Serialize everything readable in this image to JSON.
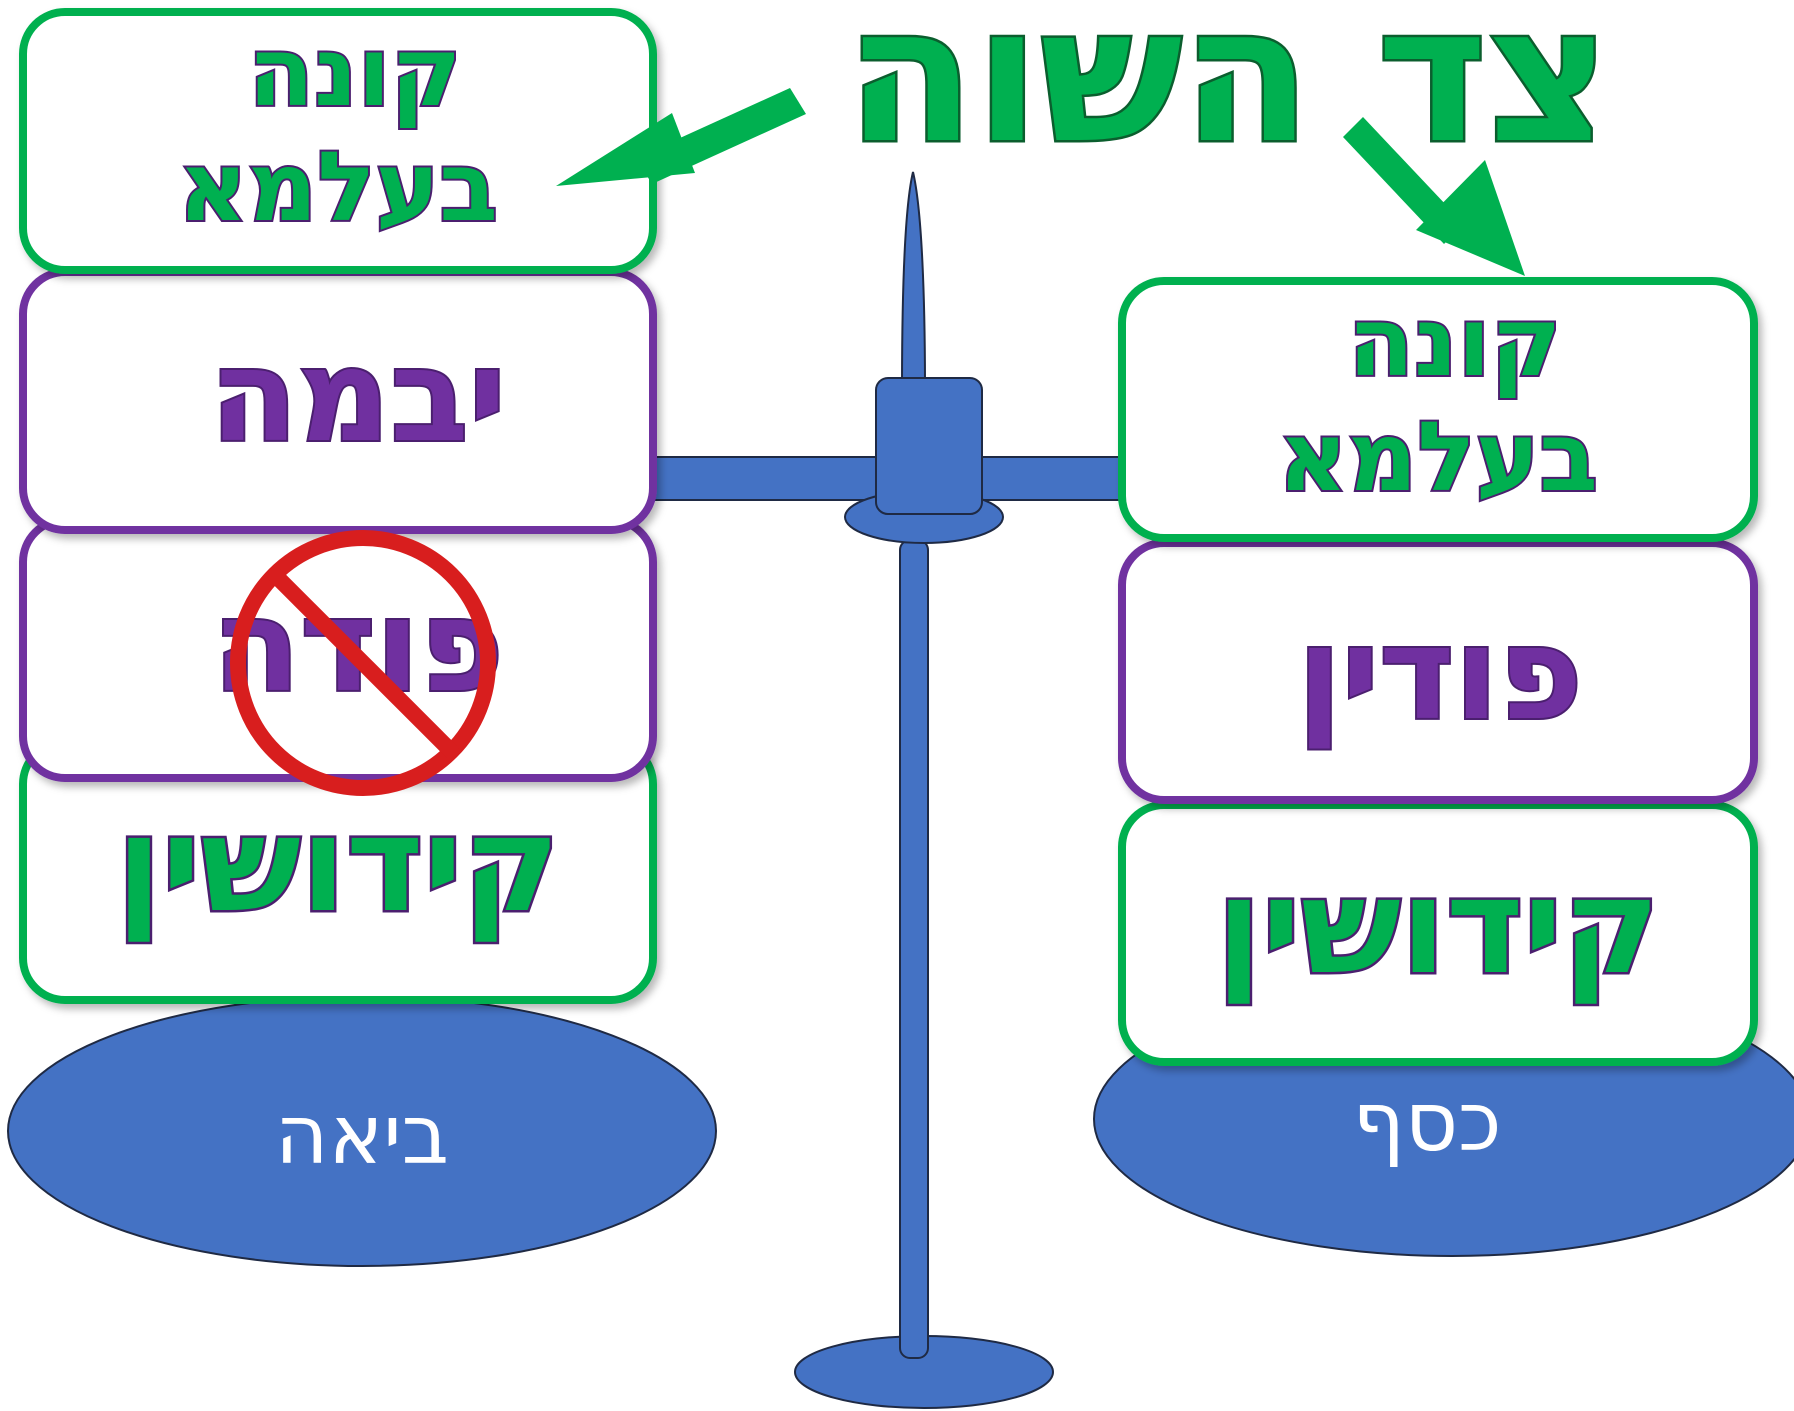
{
  "title": "צד השוה",
  "colors": {
    "scale_blue": "#4472C4",
    "scale_outline": "#1F2A44",
    "green": "#00B050",
    "purple": "#7030A0",
    "dark_purple": "#4B1F6F",
    "dark_green": "#0B5E2E",
    "prohibition_red": "#D81E1E",
    "plate_text": "#FFFFFF"
  },
  "left_pan": {
    "plate_label": "ביאה",
    "boxes": [
      {
        "text": "קונה בעלמא",
        "style": "green"
      },
      {
        "text": "יבמה",
        "style": "purple"
      },
      {
        "text": "פודה",
        "style": "purple",
        "prohibited": true
      },
      {
        "text": "קידושין",
        "style": "green"
      }
    ]
  },
  "right_pan": {
    "plate_label": "כסף",
    "boxes": [
      {
        "text": "קונה בעלמא",
        "style": "green"
      },
      {
        "text": "פודין",
        "style": "purple"
      },
      {
        "text": "קידושין",
        "style": "green"
      }
    ]
  },
  "icons": {
    "prohibition": "prohibition-icon",
    "arrow_left": "arrow-left-icon",
    "arrow_right": "arrow-right-icon"
  }
}
